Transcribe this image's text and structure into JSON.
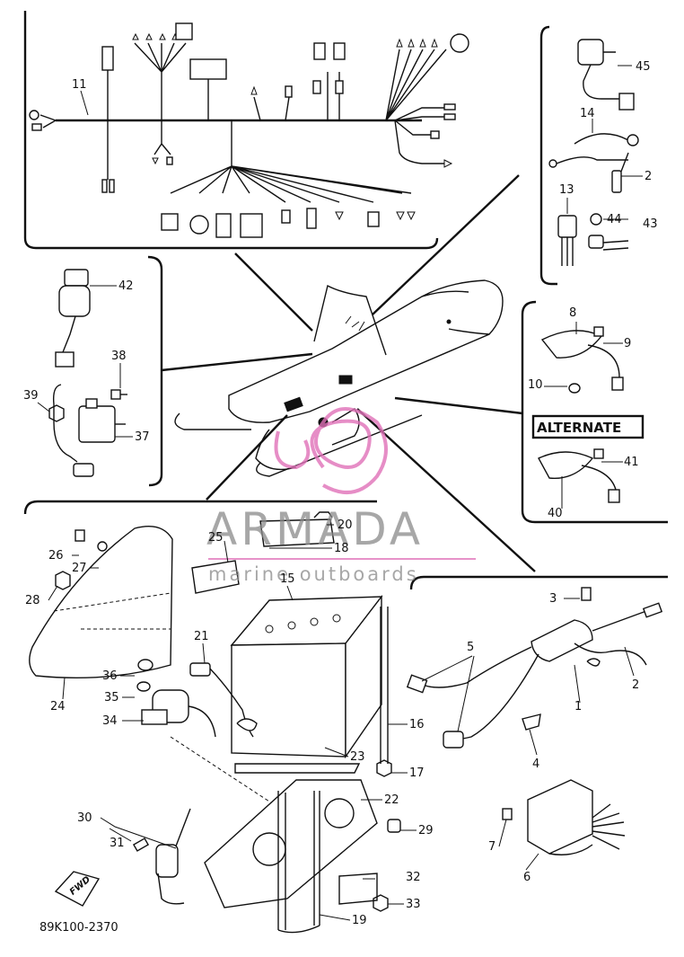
{
  "diagram": {
    "code": "89K100-2370",
    "alternate_label": "ALTERNATE",
    "fwd_label": "FWD",
    "watermark": {
      "brand": "ARMADA",
      "tagline": "marine outboards",
      "logo_color": "#e070b8",
      "text_color": "#8a8a8a"
    },
    "labels": {
      "n1": "1",
      "n2a": "2",
      "n2b": "2",
      "n3": "3",
      "n4": "4",
      "n5": "5",
      "n6": "6",
      "n7": "7",
      "n8": "8",
      "n9": "9",
      "n10": "10",
      "n11": "11",
      "n13": "13",
      "n14": "14",
      "n15": "15",
      "n16": "16",
      "n17": "17",
      "n18": "18",
      "n19": "19",
      "n20": "20",
      "n21": "21",
      "n22": "22",
      "n23": "23",
      "n24": "24",
      "n25": "25",
      "n26": "26",
      "n27": "27",
      "n28": "28",
      "n29": "29",
      "n30": "30",
      "n31": "31",
      "n32": "32",
      "n33": "33",
      "n34": "34",
      "n35": "35",
      "n36": "36",
      "n37": "37",
      "n38": "38",
      "n39": "39",
      "n40": "40",
      "n41": "41",
      "n42": "42",
      "n43": "43",
      "n44": "44",
      "n45": "45"
    }
  }
}
